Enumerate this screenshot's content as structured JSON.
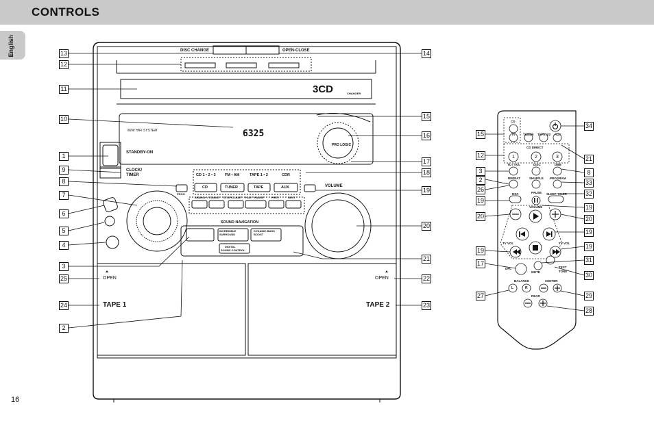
{
  "header": {
    "title": "CONTROLS"
  },
  "sidebar": {
    "language": "English"
  },
  "footer": {
    "page_number": "16"
  },
  "system": {
    "labels": {
      "disc_change": "DISC CHANGE",
      "open_close": "OPEN-CLOSE",
      "standby_on": "STANDBY-ON",
      "clock_timer_1": "CLOCK/",
      "clock_timer_2": "TIMER",
      "mini_hifi": "MINI HIFI SYSTEM",
      "pro_logic": "PRO LOGIC",
      "volume": "VOLUME",
      "sound_navigation": "SOUND NAVIGATION",
      "incredible_1": "INCREDIBLE",
      "incredible_2": "SURROUND",
      "dbb_1": "DYNAMIC BASS",
      "dbb_2": "BOOST",
      "dsc_1": "DIGITAL",
      "dsc_2": "SOUND CONTROL",
      "open_left": "OPEN",
      "open_right": "OPEN",
      "tape1": "TAPE 1",
      "tape2": "TAPE 2",
      "source_row": [
        "CD 1 • 2 • 3",
        "FM • AM",
        "TAPE 1 • 2",
        "CDR"
      ],
      "source_buttons": [
        "CD",
        "TUNER",
        "TAPE",
        "AUX"
      ],
      "transport_row": [
        "SEARCH • TUNING",
        "STOP•CLEAR",
        "PLAY",
        "PAUSE",
        "PREV",
        "NEXT"
      ],
      "prog": "PROG",
      "logo_3cd": "3CD",
      "changer": "CHANGER",
      "display_digits": "6325"
    },
    "callouts_left": [
      "13",
      "12",
      "11",
      "10",
      "1",
      "9",
      "8",
      "7",
      "6",
      "5",
      "4",
      "3",
      "25",
      "24",
      "2"
    ],
    "callouts_right": [
      "14",
      "15",
      "16",
      "17",
      "18",
      "19",
      "20",
      "21",
      "22",
      "23"
    ]
  },
  "remote": {
    "buttons": {
      "cd": "CD",
      "tv": "TV",
      "tuner": "TUNER",
      "tape12": "TAPE 1/2",
      "aux": "AUX",
      "cd_direct": "CD DIRECT",
      "n1": "1",
      "n2": "2",
      "n3": "3",
      "tuner_vol": "TU / VOL",
      "disc": "DISC",
      "dbb": "DBB",
      "repeat": "REPEAT",
      "shuffle": "SHUFFLE",
      "program": "PROGRAM",
      "dsc": "DSC",
      "pause": "PAUSE",
      "sleep_timer": "SLEEP TIMER",
      "volume": "VOLUME",
      "tv_vol_l": "TV VOL",
      "tv_vol_r": "TV VOL",
      "dpl": "DPL",
      "mute": "MUTE",
      "test_tone_1": "TEST",
      "test_tone_2": "TONE",
      "balance": "BALANCE",
      "center": "CENTER",
      "rear": "REAR",
      "l": "L",
      "r": "R"
    },
    "callouts_left": [
      "15",
      "12",
      "3",
      "2",
      "26",
      "19",
      "20",
      "19",
      "17",
      "27"
    ],
    "callouts_right": [
      "34",
      "21",
      "8",
      "33",
      "32",
      "19",
      "20",
      "19",
      "19",
      "31",
      "30",
      "29",
      "28"
    ]
  }
}
